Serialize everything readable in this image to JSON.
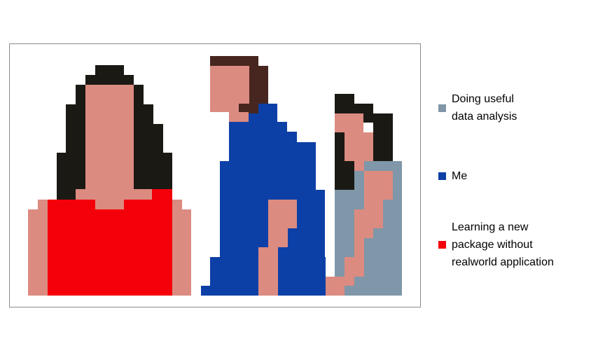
{
  "chart_data": {
    "type": "pixel-art",
    "title": "",
    "legend": {
      "placement": "right",
      "entries": [
        {
          "label": "Doing useful\ndata analysis",
          "color": "#7f97a8"
        },
        {
          "label": "Me",
          "color": "#0d40a6"
        },
        {
          "label": "Learning a new\npackage without\nrealworld application",
          "color": "#f4000b"
        }
      ]
    },
    "figures": [
      {
        "name": "girlfriend",
        "color": "#f4000b",
        "hair_color": "#1b1914"
      },
      {
        "name": "boyfriend",
        "color": "#0d40a6",
        "hair_color": "#46261e"
      },
      {
        "name": "other-girl",
        "color": "#7f97a8",
        "hair_color": "#1b1914"
      }
    ],
    "skin_color": "#dc8b81",
    "grid": false,
    "frame": true
  }
}
